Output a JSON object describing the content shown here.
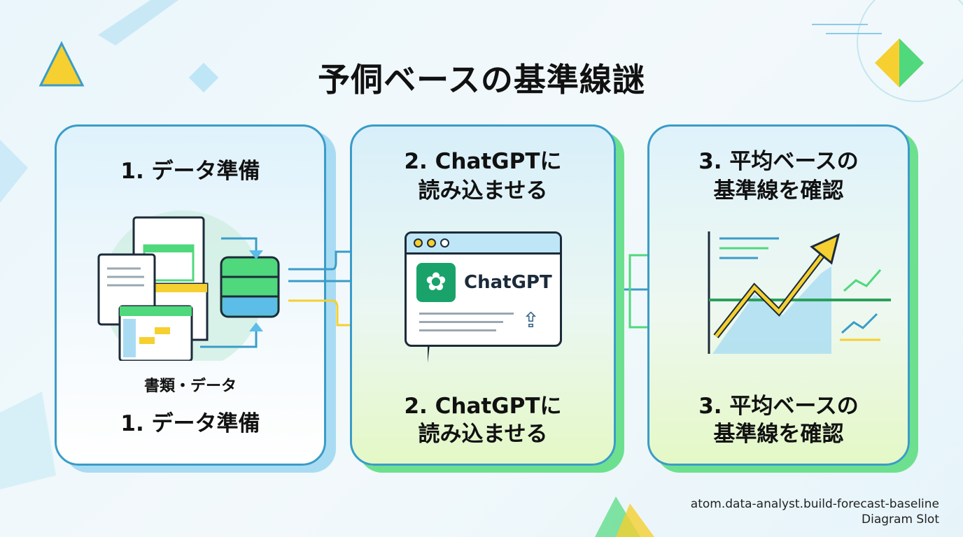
{
  "title": "予侗ベースの基準線謎",
  "panels": [
    {
      "title": "1. データ準備",
      "caption": "書類・データ",
      "bottom": "1. データ準備"
    },
    {
      "title_line1": "2. ChatGPTに",
      "title_line2": "読み込ませる",
      "app_label": "ChatGPT",
      "bottom_line1": "2. ChatGPTに",
      "bottom_line2": "読み込ませる"
    },
    {
      "title_line1": "3. 平均ベースの",
      "title_line2": "基準線を確認",
      "bottom_line1": "3. 平均ベースの",
      "bottom_line2": "基準線を確認"
    }
  ],
  "footer": {
    "line1": "atom.data-analyst.build-forecast-baseline",
    "line2": "Diagram Slot"
  },
  "colors": {
    "blue": "#3a9cc8",
    "green": "#4fd87c",
    "yellow": "#f5d030",
    "navy": "#1c2b3a"
  }
}
